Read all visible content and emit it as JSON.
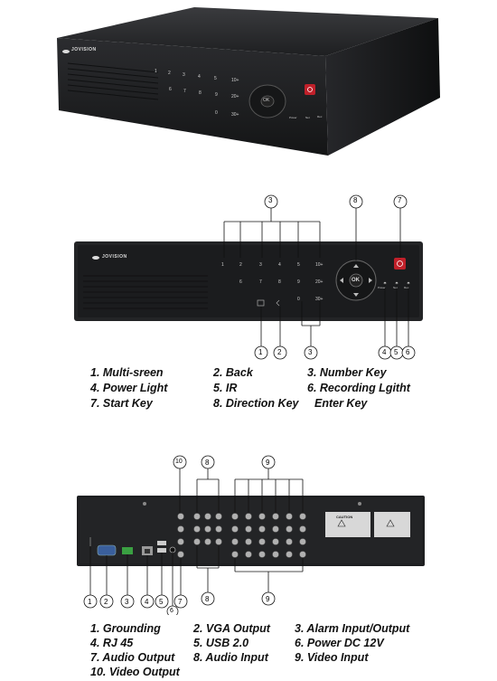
{
  "device": {
    "brand": "JOVISION",
    "number_keys": [
      "1",
      "2",
      "3",
      "4",
      "5",
      "10+",
      "6",
      "7",
      "8",
      "9",
      "20+",
      "0",
      "30+"
    ],
    "ok_label": "OK",
    "small_labels": [
      "Power",
      "Net",
      "Rec"
    ],
    "colors": {
      "body": "#2a2b2d",
      "panel": "#1c1d1f",
      "power_button": "#c0202a",
      "rear": "#1e1f21"
    }
  },
  "front_callouts": {
    "markers": [
      "1",
      "2",
      "3",
      "3",
      "4",
      "5",
      "6",
      "7",
      "8"
    ],
    "legend": [
      "1. Multi-sreen",
      "2. Back",
      "3. Number Key",
      "4. Power Light",
      "5. IR",
      "6. Recording Lgitht",
      "7. Start Key",
      "8. Direction Key",
      "Enter Key"
    ]
  },
  "rear_callouts": {
    "markers": [
      "10",
      "8",
      "9",
      "1",
      "2",
      "3",
      "4",
      "5",
      "6",
      "7",
      "8",
      "9"
    ],
    "caution_title": "CAUTION",
    "legend": [
      "1. Grounding",
      "2. VGA Output",
      "3. Alarm Input/Output",
      "4. RJ 45",
      "5. USB 2.0",
      "6. Power DC 12V",
      "7. Audio Output",
      "8. Audio Input",
      "9. Video Input",
      "10. Video Output"
    ]
  }
}
